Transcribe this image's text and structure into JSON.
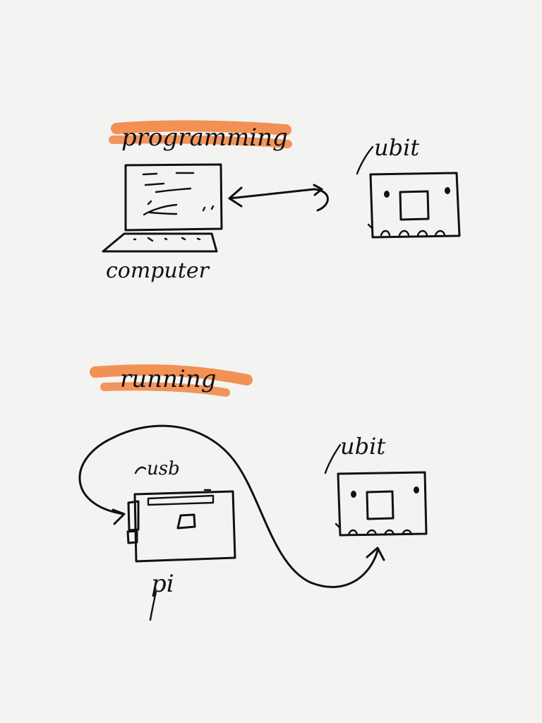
{
  "colors": {
    "paper": "#f3f3f1",
    "ink": "#111111",
    "highlight": "#f28a4a"
  },
  "sections": [
    {
      "heading": "programming"
    },
    {
      "heading": "running"
    }
  ],
  "labels": {
    "computer": "computer",
    "microbit_top": "ubit",
    "microbit_bottom": "ubit",
    "usb": "usb",
    "pi": "pi"
  }
}
